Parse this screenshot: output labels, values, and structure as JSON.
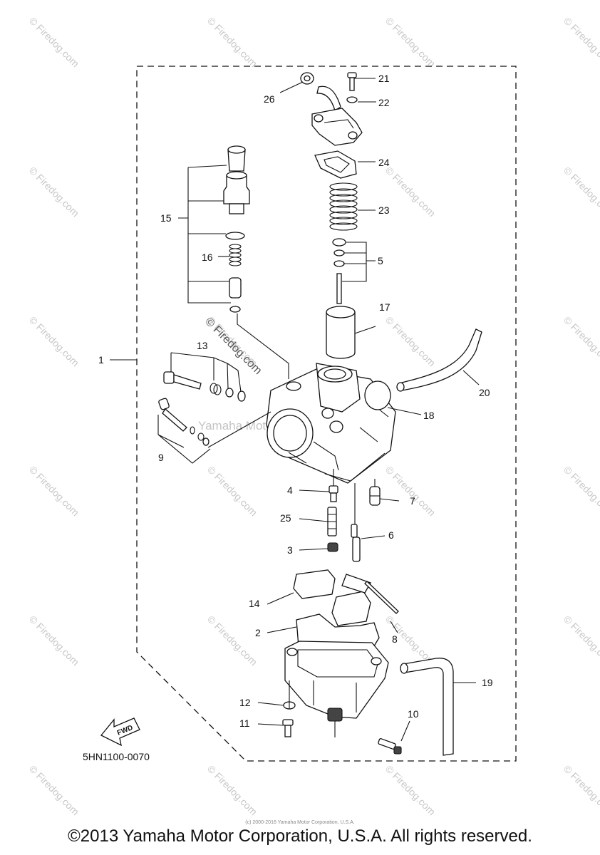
{
  "watermark": "© Firedog.com",
  "center_watermark": "Yamaha Motor Corporation, U.S.A.",
  "tiny_note": "(c) 2000-2016 Yamaha Motor Corporation, U.S.A.",
  "diagram_code": "5HN1100-0070",
  "fwd_label": "FWD",
  "copyright": "©2013 Yamaha Motor Corporation, U.S.A. All rights reserved.",
  "callouts": [
    "1",
    "2",
    "3",
    "4",
    "5",
    "6",
    "7",
    "8",
    "9",
    "10",
    "11",
    "12",
    "13",
    "14",
    "15",
    "16",
    "17",
    "18",
    "19",
    "20",
    "21",
    "22",
    "23",
    "24",
    "25",
    "26"
  ]
}
